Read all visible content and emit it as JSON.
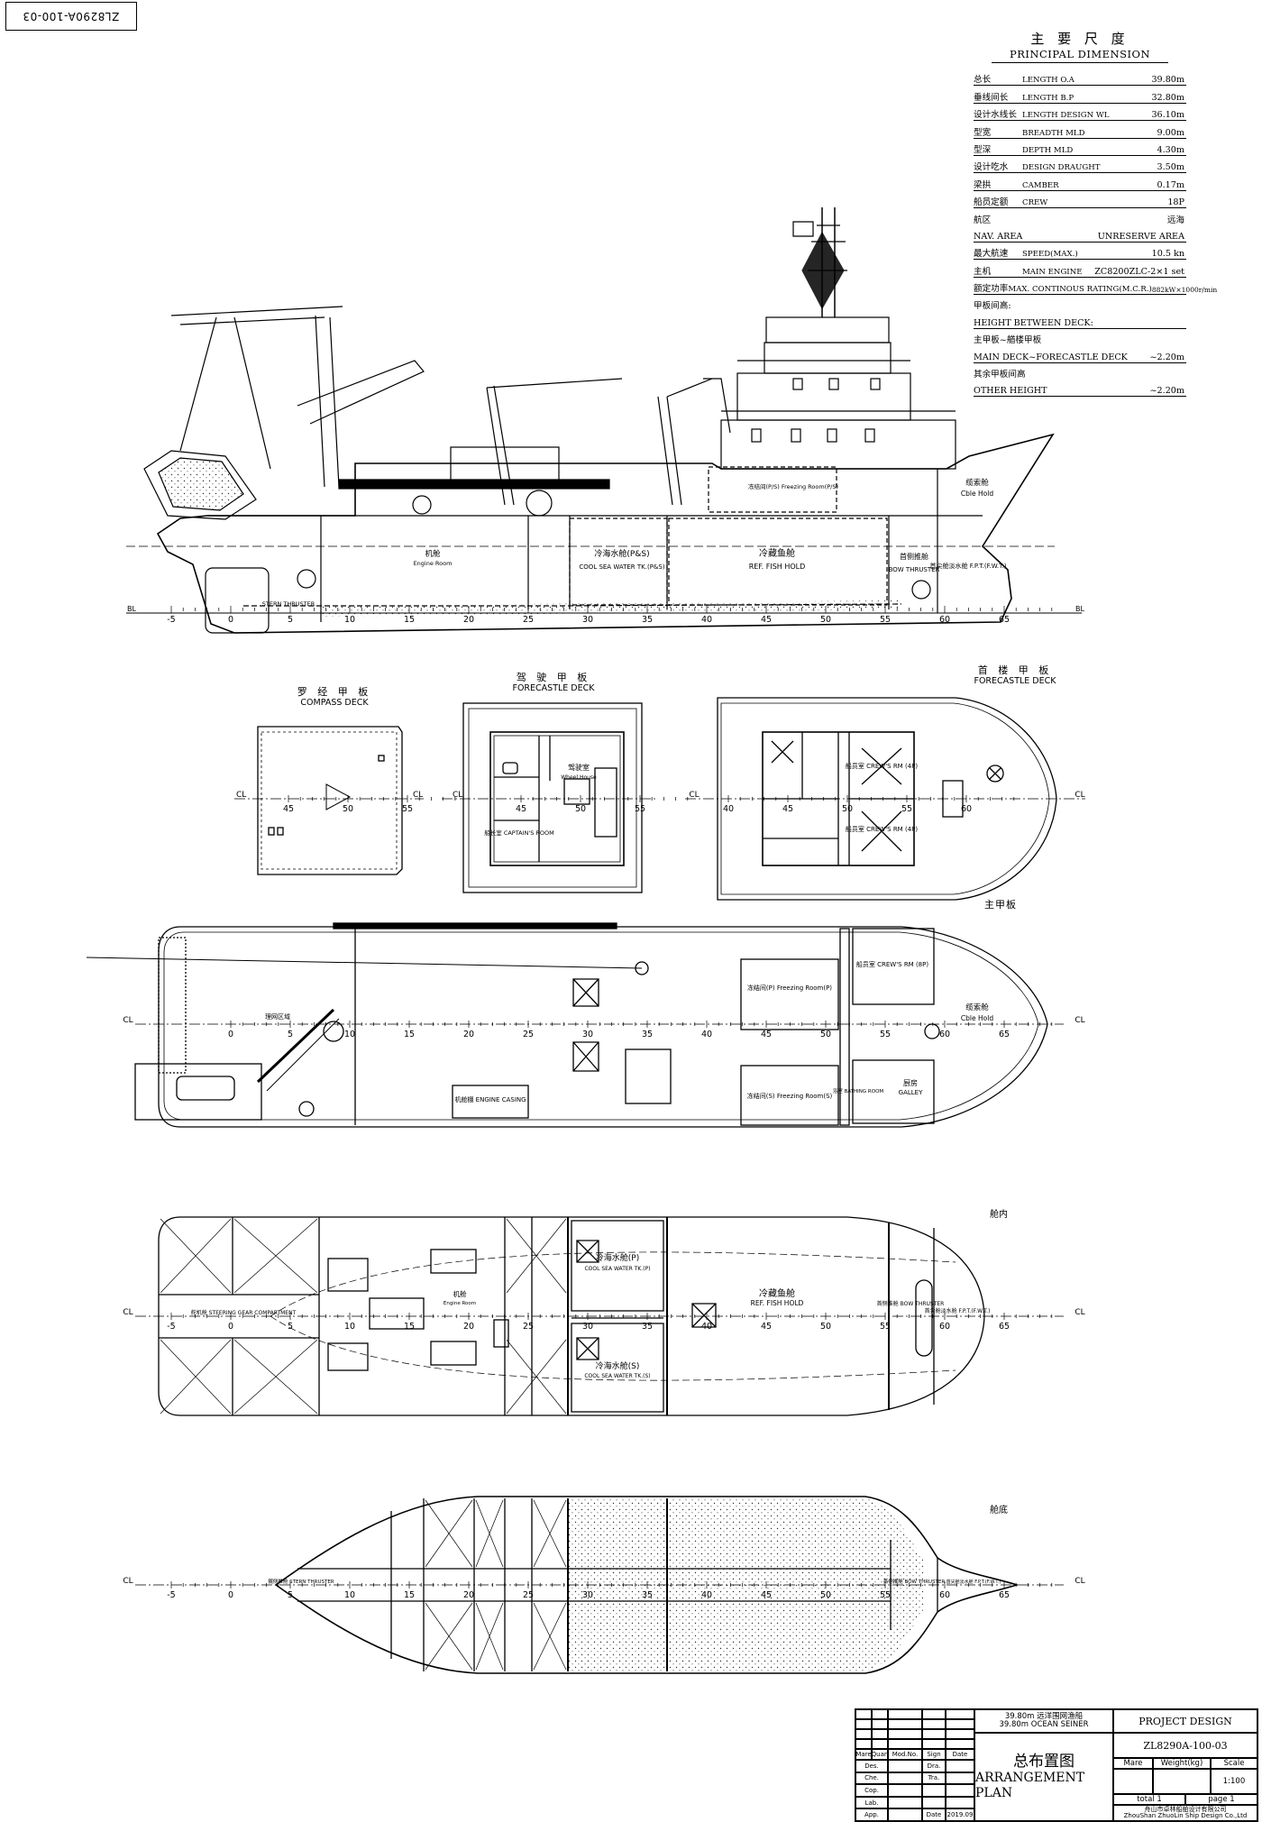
{
  "drawing_number_box": "ZL8290A-100-03",
  "principal_dimension": {
    "title_cn": "主 要 尺 度",
    "title_en": "PRINCIPAL DIMENSION",
    "rows": [
      {
        "cn": "总长",
        "en": "LENGTH O.A",
        "value": "39.80m"
      },
      {
        "cn": "垂线间长",
        "en": "LENGTH B.P",
        "value": "32.80m"
      },
      {
        "cn": "设计水线长",
        "en": "LENGTH DESIGN WL",
        "value": "36.10m"
      },
      {
        "cn": "型宽",
        "en": "BREADTH MLD",
        "value": "9.00m"
      },
      {
        "cn": "型深",
        "en": "DEPTH MLD",
        "value": "4.30m"
      },
      {
        "cn": "设计吃水",
        "en": "DESIGN DRAUGHT",
        "value": "3.50m"
      },
      {
        "cn": "梁拱",
        "en": "CAMBER",
        "value": "0.17m"
      },
      {
        "cn": "船员定额",
        "en": "CREW",
        "value": "18P"
      },
      {
        "cn": "航区",
        "en": "",
        "value": "远海"
      },
      {
        "cn": "NAV. AREA",
        "en": "",
        "value": "UNRESERVE AREA"
      },
      {
        "cn": "最大航速",
        "en": "SPEED(MAX.)",
        "value": "10.5 kn"
      },
      {
        "cn": "主机",
        "en": "MAIN ENGINE",
        "value": "ZC8200ZLC-2×1 set"
      },
      {
        "cn": "额定功率",
        "en": "MAX. CONTINOUS RATING(M.C.R.)",
        "value": "882kW×1000r/min"
      },
      {
        "cn": "甲板间高:",
        "en": "",
        "value": ""
      },
      {
        "cn": "HEIGHT BETWEEN DECK:",
        "en": "",
        "value": ""
      },
      {
        "cn": "主甲板~艏楼甲板",
        "en": "",
        "value": ""
      },
      {
        "cn": "MAIN DECK~FORECASTLE DECK",
        "en": "",
        "value": "~2.20m"
      },
      {
        "cn": "其余甲板间高",
        "en": "",
        "value": ""
      },
      {
        "cn": "OTHER HEIGHT",
        "en": "",
        "value": "~2.20m"
      }
    ]
  },
  "profile": {
    "labels": {
      "engine_room_cn": "机舱",
      "engine_room_en": "Engine Room",
      "cool_sea_cn": "冷海水舱(P&S)",
      "cool_sea_en": "COOL SEA WATER TK.(P&S)",
      "ref_hold_cn": "冷藏鱼舱",
      "ref_hold_en": "REF. FISH HOLD",
      "bow_thruster_cn": "首侧推舱",
      "bow_thruster_en": "BOW THRUSTER",
      "fpt": "首尖舱淡水舱 F.P.T.(F.W.T.)",
      "cable_cn": "缆索舱",
      "cable_en": "Cble Hold",
      "freezing": "冻结间(P/S) Freezing Room(P/S)",
      "stern_thruster": "STERN THRUSTER",
      "bl": "BL"
    },
    "frame_labels": [
      "-5",
      "0",
      "5",
      "10",
      "15",
      "20",
      "25",
      "30",
      "35",
      "40",
      "45",
      "50",
      "55",
      "60",
      "65"
    ]
  },
  "compass_deck": {
    "title_cn": "罗 经 甲 板",
    "title_en": "COMPASS DECK",
    "cl": "CL",
    "frames": [
      "45",
      "50",
      "55"
    ]
  },
  "bridge_deck": {
    "title_cn": "驾 驶 甲 板",
    "title_en": "FORECASTLE DECK",
    "cl": "CL",
    "frames": [
      "45",
      "50",
      "55"
    ],
    "wheel_cn": "驾驶室",
    "wheel_en": "Wheel House",
    "captain": "船长室 CAPTAIN'S ROOM"
  },
  "forecastle_deck": {
    "title_cn": "首 楼 甲 板",
    "title_en": "FORECASTLE DECK",
    "cl": "CL",
    "frames": [
      "40",
      "45",
      "50",
      "55",
      "60"
    ],
    "crew1": "船员室 CREW'S RM (4P)",
    "crew2": "船员室 CREW'S RM (4P)"
  },
  "main_deck": {
    "title_cn": "主甲板",
    "cl": "CL",
    "frames": [
      "0",
      "5",
      "10",
      "15",
      "20",
      "25",
      "30",
      "35",
      "40",
      "45",
      "50",
      "55",
      "60",
      "65"
    ],
    "freezing_p": "冻结间(P) Freezing Room(P)",
    "freezing_s": "冻结间(S) Freezing Room(S)",
    "crew": "船员室 CREW'S RM (8P)",
    "galley_cn": "厨房",
    "galley_en": "GALLEY",
    "bath": "浴室 BATHING ROOM",
    "engine_exit": "机舱棚 ENGINE CASING",
    "cable_cn": "缆索舱",
    "cable_en": "Cble Hold",
    "net_area": "理网区域"
  },
  "hold_plan": {
    "title_cn": "舱内",
    "cl": "CL",
    "frames": [
      "-5",
      "0",
      "5",
      "10",
      "15",
      "20",
      "25",
      "30",
      "35",
      "40",
      "45",
      "50",
      "55",
      "60",
      "65"
    ],
    "steering": "舵机舱 STEERING GEAR COMPARTMENT",
    "engine_cn": "机舱",
    "engine_en": "Engine Room",
    "cool_p_cn": "冷海水舱(P)",
    "cool_p_en": "COOL SEA WATER TK.(P)",
    "cool_s_cn": "冷海水舱(S)",
    "cool_s_en": "COOL SEA WATER TK.(S)",
    "ref_cn": "冷藏鱼舱",
    "ref_en": "REF. FISH HOLD",
    "bow": "首侧推舱 BOW THRUSTER",
    "fpt": "首尖舱淡水舱 F.P.T.(F.W.T.)"
  },
  "bottom_plan": {
    "title_cn": "舱底",
    "cl": "CL",
    "frames": [
      "-5",
      "0",
      "5",
      "10",
      "15",
      "20",
      "25",
      "30",
      "35",
      "40",
      "45",
      "50",
      "55",
      "60",
      "65"
    ],
    "stern": "艉侧推舱 STERN THRUSTER",
    "bow": "首侧推舱 BOW THRUSTER",
    "fpt": "首尖舱淡水舱 F.P.T.(F.W.T.)"
  },
  "title_block": {
    "vessel_cn": "39.80m 远洋围网渔船",
    "vessel_en": "39.80m OCEAN SEINER",
    "project": "PROJECT DESIGN",
    "title_cn": "总布置图",
    "title_en": "ARRANGEMENT PLAN",
    "drawing_no": "ZL8290A-100-03",
    "mark_hdr": "Mare",
    "weight_hdr": "Weight(kg)",
    "scale_hdr": "Scale",
    "scale": "1:100",
    "total": "total 1",
    "page": "page 1",
    "company_cn": "舟山市卓林船舶设计有限公司",
    "company_en": "ZhouShan ZhuoLin Ship Design Co.,Ltd",
    "rev_headers": [
      "Mare",
      "Quan",
      "Mod.No.",
      "Sign",
      "Date"
    ],
    "roles": [
      "Des.",
      "Che.",
      "Cop.",
      "Lab.",
      "App."
    ],
    "roles_right": [
      "Dra.",
      "Tra.",
      "",
      "",
      "Date"
    ],
    "date_value": "2019.09"
  }
}
